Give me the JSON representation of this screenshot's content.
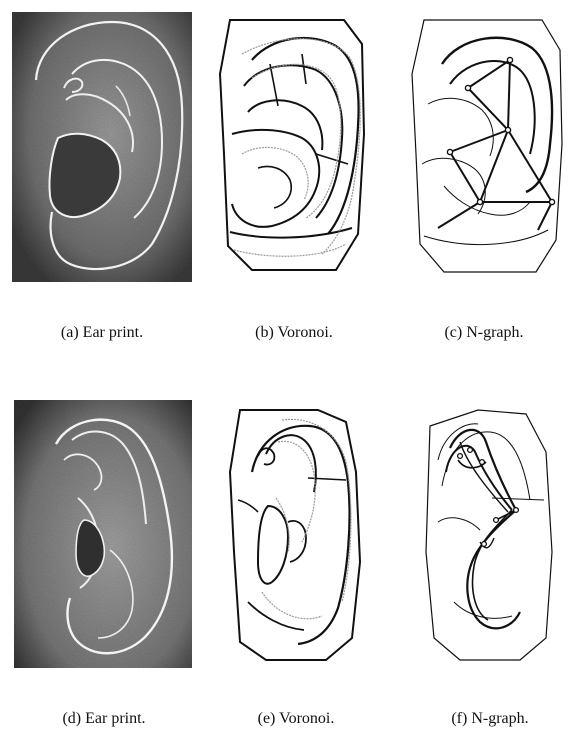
{
  "figure": {
    "captions": {
      "a": "(a) Ear print.",
      "b": "(b) Voronoi.",
      "c": "(c) N-graph.",
      "d": "(d) Ear print.",
      "e": "(e) Voronoi.",
      "f": "(f) N-graph."
    }
  },
  "colors": {
    "photo_dark": "#3a3a3a",
    "photo_light": "#8a8a8a",
    "ink": "#111111",
    "thin_ink": "#9a9a9a"
  }
}
